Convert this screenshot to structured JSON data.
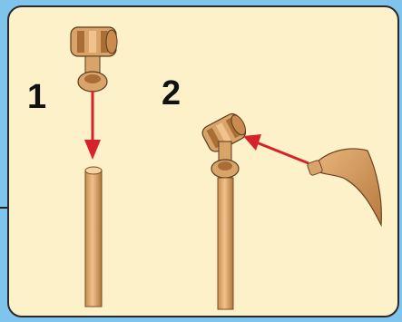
{
  "steps": [
    {
      "number": "1"
    },
    {
      "number": "2"
    }
  ],
  "colors": {
    "panel_background": "#fdf1c9",
    "outer_background": "#7fc4ec",
    "part_tan": "#d9a46a",
    "part_shadow": "#a86e35",
    "arrow_red": "#d6232b",
    "outline": "#2a2a2a"
  },
  "icons": [
    "rod-part",
    "connector-part",
    "horn-part",
    "arrow-down",
    "arrow-left"
  ]
}
